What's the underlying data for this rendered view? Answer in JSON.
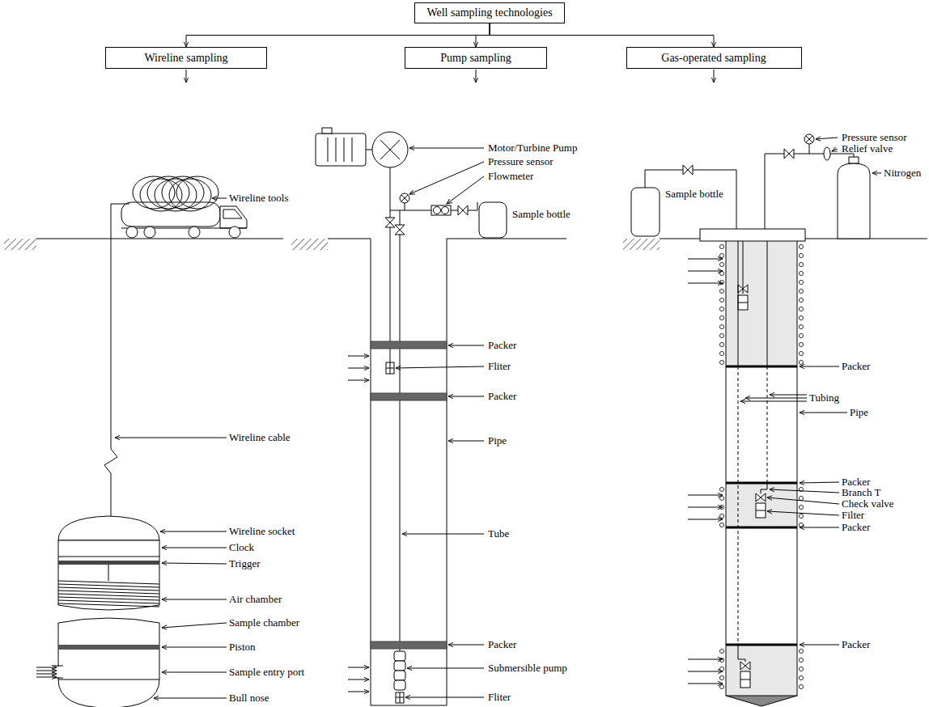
{
  "diagram": {
    "nodes": [
      {
        "text": [
          "Well sampling technologies"
        ]
      },
      {
        "text": [
          "Wireline sampling"
        ]
      },
      {
        "text": [
          "Pump sampling"
        ]
      },
      {
        "text": [
          "Gas-operated sampling"
        ]
      }
    ],
    "edges": [
      {
        "from": 0,
        "to": 1,
        "arrow": "to"
      },
      {
        "from": 0,
        "to": 2,
        "arrow": "to"
      },
      {
        "from": 0,
        "to": 3,
        "arrow": "to"
      }
    ],
    "labels": [
      "Wireline tools",
      "Wireline cable",
      "Wireline socket",
      "Clock",
      "Trigger",
      "Air chamber",
      "Sample chamber",
      "Piston",
      "Sample entry port",
      "Bull nose",
      "Motor/Turbine Pump",
      "Pressure sensor",
      "Flowmeter",
      "Sample bottle",
      "Packer",
      "Fliter",
      "Packer",
      "Pipe",
      "Tube",
      "Packer",
      "Submersible pump",
      "Fliter",
      "Pressure sensor",
      "Relief valve",
      "Nitrogen",
      "Sample bottle",
      "Packer",
      "Tubing",
      "Pipe",
      "Packer",
      "Branch T",
      "Check valve",
      "Filter",
      "Packer",
      "Packer"
    ]
  }
}
